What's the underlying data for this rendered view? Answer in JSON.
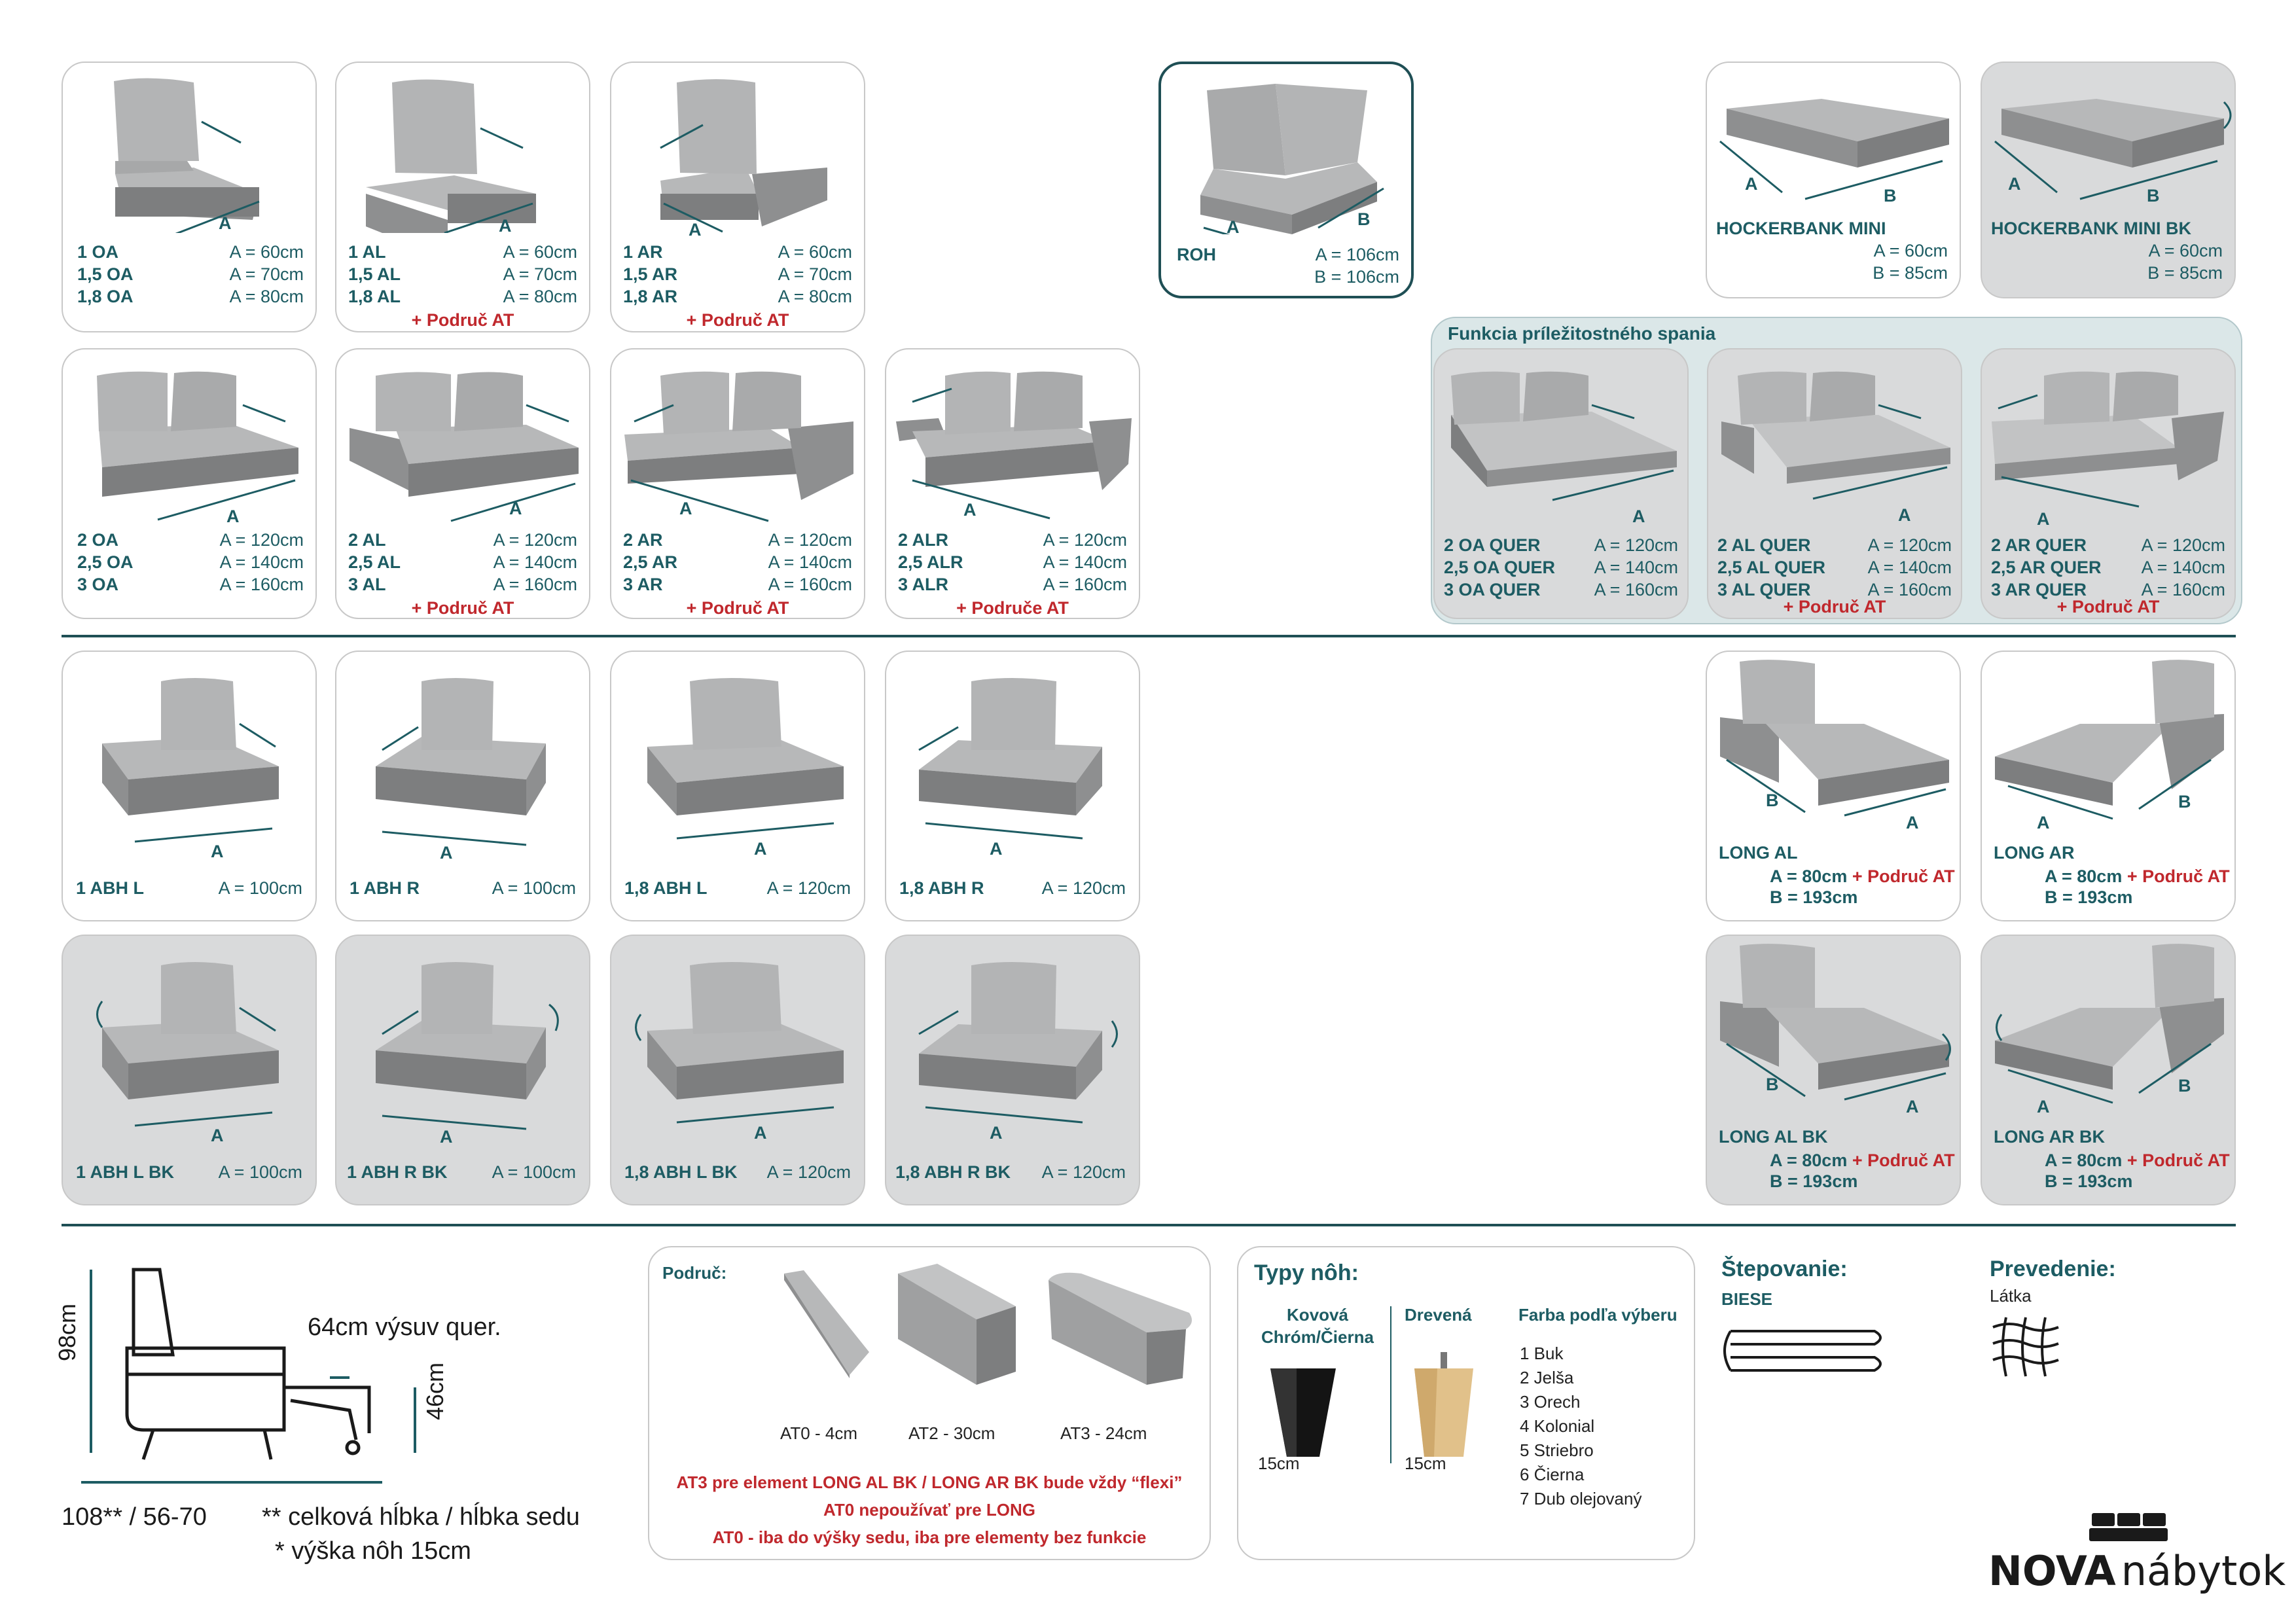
{
  "colors": {
    "teal": "#1d5c63",
    "red": "#c0282d",
    "shade": "#d9dadb",
    "group_bg": "#dbe7e8"
  },
  "row1": [
    {
      "codes": [
        "1 OA",
        "1,5 OA",
        "1,8 OA"
      ],
      "dims": [
        "A = 60cm",
        "A = 70cm",
        "A = 80cm"
      ],
      "note": ""
    },
    {
      "codes": [
        "1 AL",
        "1,5 AL",
        "1,8 AL"
      ],
      "dims": [
        "A = 60cm",
        "A = 70cm",
        "A = 80cm"
      ],
      "note": "+ Područ AT"
    },
    {
      "codes": [
        "1 AR",
        "1,5 AR",
        "1,8 AR"
      ],
      "dims": [
        "A = 60cm",
        "A = 70cm",
        "A = 80cm"
      ],
      "note": "+ Područ AT"
    }
  ],
  "roh": {
    "code": "ROH",
    "dims": [
      "A = 106cm",
      "B = 106cm"
    ]
  },
  "hockerbank": [
    {
      "title": "HOCKERBANK MINI",
      "dims": [
        "A = 60cm",
        "B = 85cm"
      ]
    },
    {
      "title": "HOCKERBANK MINI BK",
      "dims": [
        "A = 60cm",
        "B = 85cm"
      ]
    }
  ],
  "row2": [
    {
      "codes": [
        "2 OA",
        "2,5 OA",
        "3 OA"
      ],
      "dims": [
        "A = 120cm",
        "A = 140cm",
        "A = 160cm"
      ],
      "note": ""
    },
    {
      "codes": [
        "2 AL",
        "2,5 AL",
        "3 AL"
      ],
      "dims": [
        "A = 120cm",
        "A = 140cm",
        "A = 160cm"
      ],
      "note": "+ Područ AT"
    },
    {
      "codes": [
        "2 AR",
        "2,5 AR",
        "3 AR"
      ],
      "dims": [
        "A = 120cm",
        "A = 140cm",
        "A = 160cm"
      ],
      "note": "+ Područ AT"
    },
    {
      "codes": [
        "2 ALR",
        "2,5 ALR",
        "3 ALR"
      ],
      "dims": [
        "A = 120cm",
        "A = 140cm",
        "A = 160cm"
      ],
      "note": "+ Područe AT"
    }
  ],
  "sleep_group": {
    "title": "Funkcia príležitostného spania",
    "items": [
      {
        "codes": [
          "2 OA QUER",
          "2,5 OA QUER",
          "3 OA QUER"
        ],
        "dims": [
          "A = 120cm",
          "A = 140cm",
          "A = 160cm"
        ],
        "note": ""
      },
      {
        "codes": [
          "2 AL QUER",
          "2,5 AL QUER",
          "3 AL QUER"
        ],
        "dims": [
          "A = 120cm",
          "A = 140cm",
          "A = 160cm"
        ],
        "note": "+ Područ AT"
      },
      {
        "codes": [
          "2 AR QUER",
          "2,5 AR QUER",
          "3 AR QUER"
        ],
        "dims": [
          "A = 120cm",
          "A = 140cm",
          "A = 160cm"
        ],
        "note": "+ Područ AT"
      }
    ]
  },
  "row3": [
    {
      "code": "1 ABH L",
      "dim": "A = 100cm"
    },
    {
      "code": "1 ABH R",
      "dim": "A = 100cm"
    },
    {
      "code": "1,8 ABH L",
      "dim": "A = 120cm"
    },
    {
      "code": "1,8 ABH R",
      "dim": "A = 120cm"
    }
  ],
  "row4": [
    {
      "code": "1 ABH L BK",
      "dim": "A = 100cm"
    },
    {
      "code": "1 ABH R BK",
      "dim": "A = 100cm"
    },
    {
      "code": "1,8 ABH L BK",
      "dim": "A = 120cm"
    },
    {
      "code": "1,8 ABH R BK",
      "dim": "A = 120cm"
    }
  ],
  "long": [
    {
      "title": "LONG AL",
      "a": "A = 80cm",
      "note": "+ Područ AT",
      "b": "B = 193cm"
    },
    {
      "title": "LONG AR",
      "a": "A = 80cm",
      "note": "+ Područ AT",
      "b": "B = 193cm"
    },
    {
      "title": "LONG AL BK",
      "a": "A = 80cm",
      "note": "+ Područ AT",
      "b": "B = 193cm"
    },
    {
      "title": "LONG AR BK",
      "a": "A = 80cm",
      "note": "+ Područ AT",
      "b": "B = 193cm"
    }
  ],
  "labels": {
    "A": "A",
    "B": "B"
  },
  "profile": {
    "height": "98cm",
    "seat_height": "46cm",
    "pullout": "64cm výsuv quer.",
    "depth": "108** / 56-70",
    "note1": "** celková hĺbka / hĺbka sedu",
    "note2": "* výška nôh 15cm"
  },
  "armrests": {
    "title": "Područ:",
    "items": [
      "AT0 - 4cm",
      "AT2 - 30cm",
      "AT3 - 24cm"
    ],
    "notes": [
      "AT3 pre element LONG AL BK / LONG AR BK bude vždy “flexi”",
      "AT0 nepoužívať pre LONG",
      "AT0 - iba do výšky sedu, iba pre elementy bez funkcie"
    ]
  },
  "legs": {
    "title": "Typy nôh:",
    "metal_title": [
      "Kovová",
      "Chróm/Čierna"
    ],
    "metal_size": "15cm",
    "wood_title": "Drevená",
    "wood_size": "15cm",
    "color_title": "Farba podľa výberu",
    "colors": [
      "1   Buk",
      "2   Jelša",
      "3   Orech",
      "4   Kolonial",
      "5   Striebro",
      "6   Čierna",
      "7   Dub olejovaný"
    ]
  },
  "stitching": {
    "title": "Štepovanie:",
    "value": "BIESE"
  },
  "finish": {
    "title": "Prevedenie:",
    "value": "Látka"
  },
  "brand": {
    "name": "NOVA",
    "suffix": "nábytok"
  }
}
